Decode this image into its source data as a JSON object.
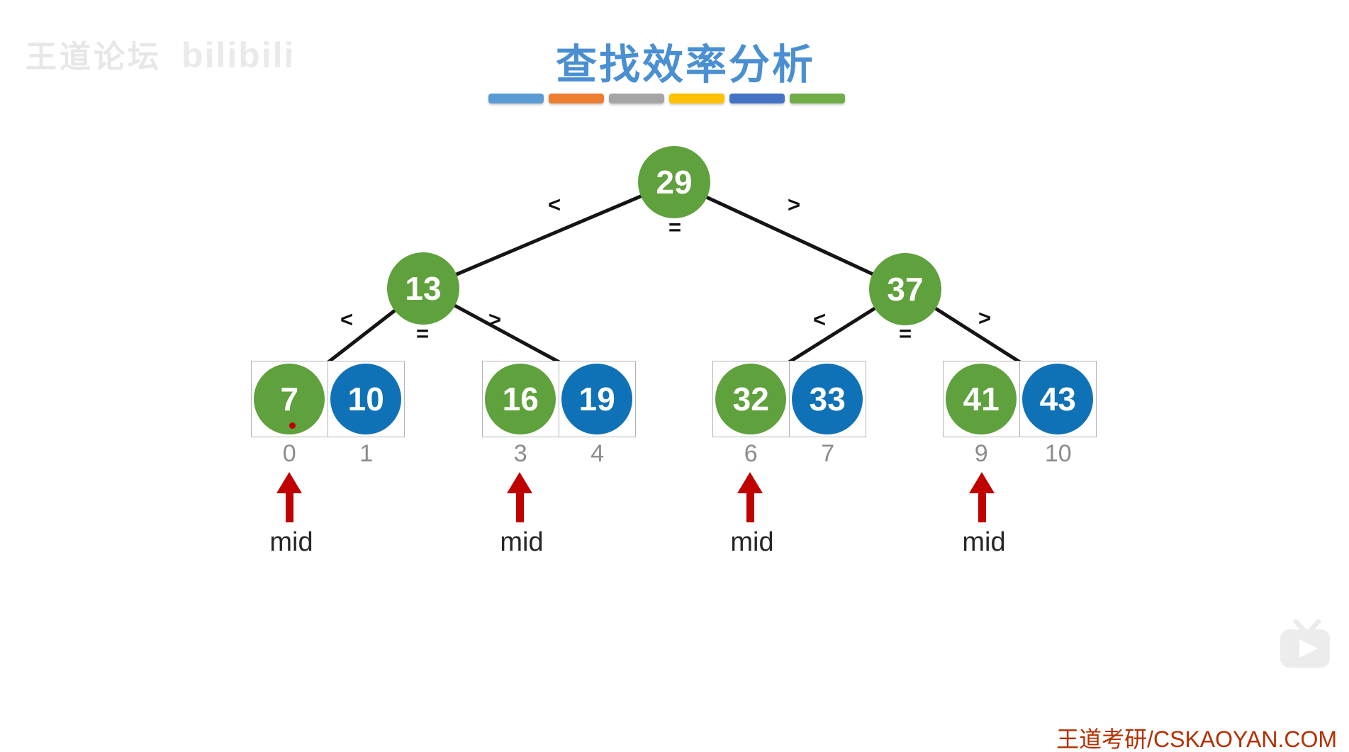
{
  "watermark": {
    "brand": "王道论坛",
    "platform": "bilibili"
  },
  "title": {
    "text": "查找效率分析"
  },
  "decor_bars": {
    "colors": [
      "#5B9BD5",
      "#ED7D31",
      "#A5A5A5",
      "#FFC000",
      "#4472C4",
      "#70AD47"
    ]
  },
  "tree": {
    "root": {
      "value": "29"
    },
    "left_child": {
      "value": "13"
    },
    "right_child": {
      "value": "37"
    },
    "edge_labels": {
      "less": "<",
      "equal": "=",
      "greater": ">"
    },
    "leaf_groups": [
      {
        "cells": [
          {
            "value": "7",
            "index": "0",
            "color": "#5FA13C"
          },
          {
            "value": "10",
            "index": "1",
            "color": "#1072B6"
          }
        ]
      },
      {
        "cells": [
          {
            "value": "16",
            "index": "3",
            "color": "#5FA13C"
          },
          {
            "value": "19",
            "index": "4",
            "color": "#1072B6"
          }
        ]
      },
      {
        "cells": [
          {
            "value": "32",
            "index": "6",
            "color": "#5FA13C"
          },
          {
            "value": "33",
            "index": "7",
            "color": "#1072B6"
          }
        ]
      },
      {
        "cells": [
          {
            "value": "41",
            "index": "9",
            "color": "#5FA13C"
          },
          {
            "value": "43",
            "index": "10",
            "color": "#1072B6"
          }
        ]
      }
    ],
    "mid_label": "mid"
  },
  "footer": {
    "credit": "王道考研/CSKAOYAN.COM"
  },
  "colors": {
    "title_blue": "#4A8FD2",
    "node_green": "#5FA13C",
    "node_blue": "#1072B6",
    "edge_black": "#151515",
    "arrow_red": "#C00000",
    "credit_red": "#B43000",
    "index_gray": "#8C8C8C"
  }
}
